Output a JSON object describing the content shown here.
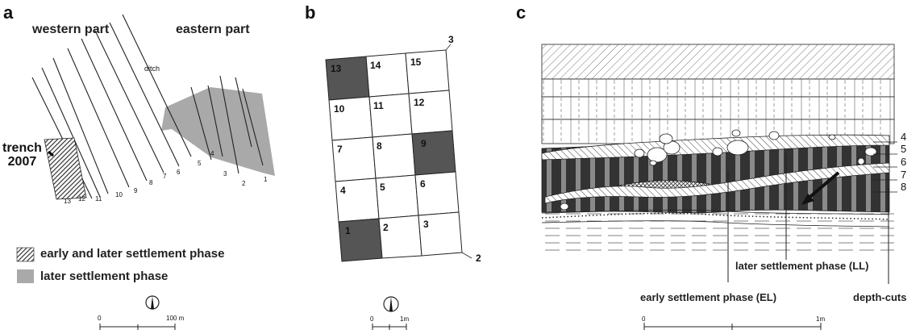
{
  "panels": {
    "a": {
      "letter": "a",
      "western": "western part",
      "eastern": "eastern part",
      "ditch": "ditch",
      "trench": [
        "trench",
        "2007"
      ],
      "line_numbers": [
        "13",
        "12",
        "11",
        "10",
        "9",
        "8",
        "7",
        "6",
        "5",
        "4",
        "3",
        "2",
        "1"
      ],
      "legend": [
        {
          "label": "early and later settlement phase",
          "pattern": "hatched"
        },
        {
          "label": "later settlement phase",
          "pattern": "grey"
        }
      ],
      "scale": {
        "start": "0",
        "end": "100 m"
      }
    },
    "b": {
      "letter": "b",
      "cells": [
        "13",
        "14",
        "15",
        "10",
        "11",
        "12",
        "7",
        "8",
        "9",
        "4",
        "5",
        "6",
        "1",
        "2",
        "3"
      ],
      "dark_cells": [
        "13",
        "9",
        "1"
      ],
      "corners": {
        "top": "3",
        "bottom": "2"
      },
      "scale": {
        "start": "0",
        "end": "1m"
      }
    },
    "c": {
      "letter": "c",
      "layer_numbers": [
        "4",
        "5",
        "6",
        "7",
        "8"
      ],
      "labels": {
        "later": "later settlement phase (LL)",
        "early": "early settlement phase (EL)",
        "depth": "depth-cuts"
      },
      "scale": {
        "start": "0",
        "end": "1m"
      }
    }
  },
  "colors": {
    "grey_fill": "#a9a9a9",
    "dark_cell": "#555555",
    "dark_band": "#2a2a2a"
  }
}
